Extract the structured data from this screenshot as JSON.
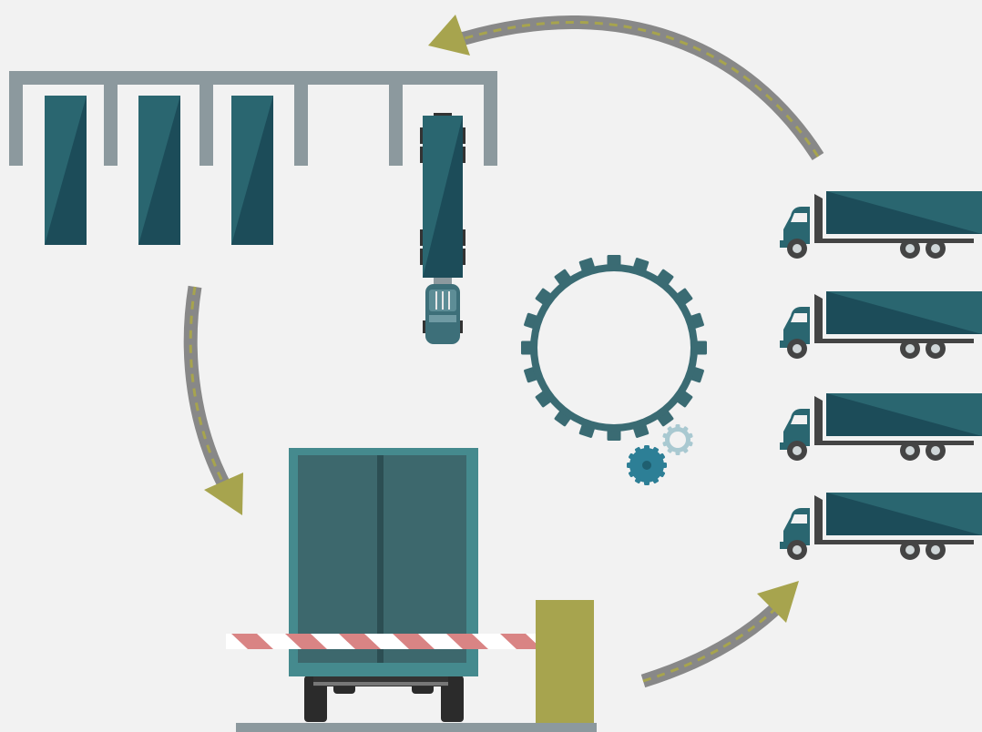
{
  "diagram": {
    "kind": "logistics-cycle-illustration",
    "nodes": [
      {
        "id": "loading-dock",
        "icon": "loading-dock-icon",
        "bays": 5,
        "parked_trailers": 3,
        "trucks_backing_in": 1
      },
      {
        "id": "process-gears",
        "icon": "gears-icon",
        "gears": 3
      },
      {
        "id": "truck-fleet",
        "icon": "truck-icon",
        "count": 4
      },
      {
        "id": "gate-checkpoint",
        "icon": "barrier-gate-icon"
      }
    ],
    "flows": [
      {
        "from": "truck-fleet",
        "to": "loading-dock",
        "icon": "curved-arrow-icon"
      },
      {
        "from": "loading-dock",
        "to": "gate-checkpoint",
        "icon": "curved-arrow-icon"
      },
      {
        "from": "gate-checkpoint",
        "to": "truck-fleet",
        "icon": "curved-arrow-icon"
      }
    ]
  },
  "colors": {
    "background": "#f2f2f2",
    "dock_frame": "#8c999e",
    "trailer_light": "#2a6670",
    "trailer_dark": "#1c4c59",
    "gear_main": "#3a6b73",
    "gear_blue": "#2d7f96",
    "gear_light": "#a9c9d1",
    "road": "#888888",
    "road_dash": "#a7a44e",
    "arrow_head": "#a7a44e",
    "truck_back": "#458a8e",
    "truck_door": "#3d686d",
    "gate_post": "#a7a44e",
    "barrier_stripe": "#d98484",
    "wheel": "#2b2b2b",
    "chassis": "#444444"
  }
}
